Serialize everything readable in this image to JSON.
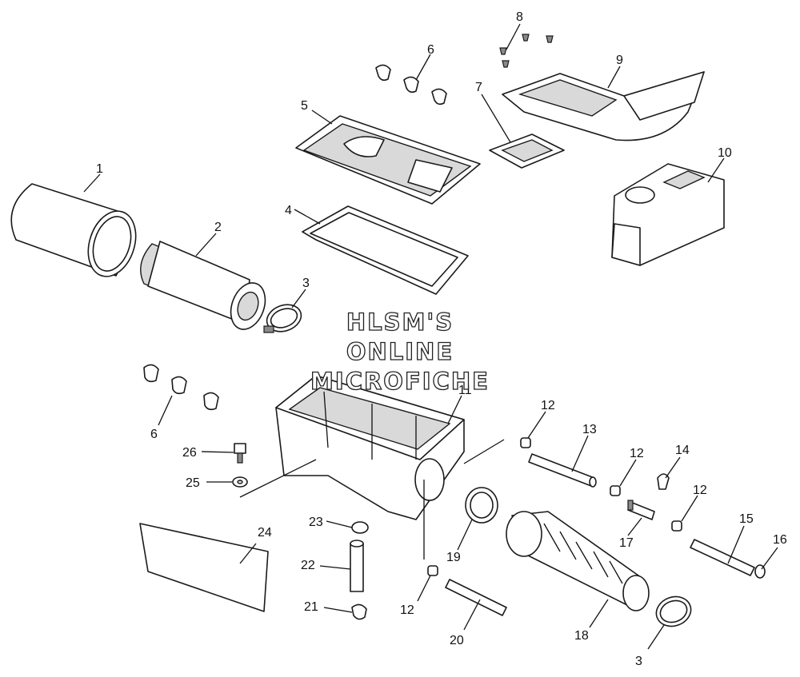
{
  "watermark": {
    "line1": "HLSM'S",
    "line2": "ONLINE",
    "line3": "MICROFICHE"
  },
  "callouts": [
    {
      "id": "1",
      "text": "1"
    },
    {
      "id": "2",
      "text": "2"
    },
    {
      "id": "3a",
      "text": "3"
    },
    {
      "id": "3b",
      "text": "3"
    },
    {
      "id": "4",
      "text": "4"
    },
    {
      "id": "5",
      "text": "5"
    },
    {
      "id": "6a",
      "text": "6"
    },
    {
      "id": "6b",
      "text": "6"
    },
    {
      "id": "7",
      "text": "7"
    },
    {
      "id": "8",
      "text": "8"
    },
    {
      "id": "9",
      "text": "9"
    },
    {
      "id": "10",
      "text": "10"
    },
    {
      "id": "11",
      "text": "11"
    },
    {
      "id": "12a",
      "text": "12"
    },
    {
      "id": "12b",
      "text": "12"
    },
    {
      "id": "12c",
      "text": "12"
    },
    {
      "id": "12d",
      "text": "12"
    },
    {
      "id": "13",
      "text": "13"
    },
    {
      "id": "14",
      "text": "14"
    },
    {
      "id": "15",
      "text": "15"
    },
    {
      "id": "16",
      "text": "16"
    },
    {
      "id": "17",
      "text": "17"
    },
    {
      "id": "18",
      "text": "18"
    },
    {
      "id": "19",
      "text": "19"
    },
    {
      "id": "20",
      "text": "20"
    },
    {
      "id": "21",
      "text": "21"
    },
    {
      "id": "22",
      "text": "22"
    },
    {
      "id": "23",
      "text": "23"
    },
    {
      "id": "24",
      "text": "24"
    },
    {
      "id": "25",
      "text": "25"
    },
    {
      "id": "26",
      "text": "26"
    }
  ]
}
